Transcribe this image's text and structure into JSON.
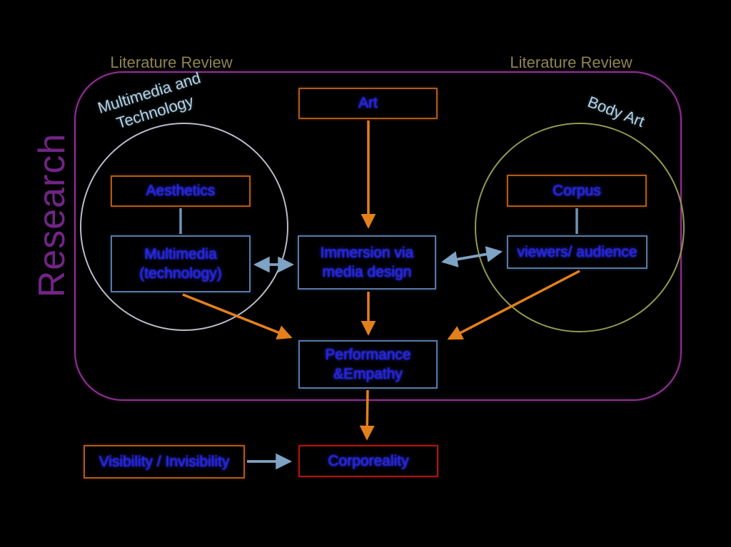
{
  "slide": {
    "research_title": "Research",
    "headers": {
      "literature_review_left": "Literature Review",
      "literature_review_right": "Literature Review"
    },
    "clusters": {
      "multimedia_technology": {
        "label": "Multimedia and\nTechnology"
      },
      "body_art": {
        "label": "Body Art"
      }
    },
    "nodes": {
      "art": {
        "label": "Art",
        "border": "orange"
      },
      "aesthetics": {
        "label": "Aesthetics",
        "border": "orange"
      },
      "corpus": {
        "label": "Corpus",
        "border": "orange"
      },
      "multimedia": {
        "label": "Multimedia\n(technology)",
        "border": "slate"
      },
      "immersion": {
        "label": "Immersion via\nmedia design",
        "border": "slate"
      },
      "viewers": {
        "label": "viewers/ audience",
        "border": "slate"
      },
      "performance": {
        "label": "Performance\n&Empathy",
        "border": "slate"
      },
      "visibility": {
        "label": "Visibility / Invisibility",
        "border": "orange"
      },
      "corporeality": {
        "label": "Corporeality",
        "border": "red"
      }
    },
    "edges": [
      {
        "from": "aesthetics",
        "to": "multimedia",
        "type": "line",
        "color": "slate"
      },
      {
        "from": "corpus",
        "to": "viewers",
        "type": "line",
        "color": "slate"
      },
      {
        "from": "art",
        "to": "immersion",
        "type": "arrow",
        "color": "orange"
      },
      {
        "from": "multimedia",
        "to": "immersion",
        "type": "double-arrow",
        "color": "slate"
      },
      {
        "from": "immersion",
        "to": "viewers",
        "type": "double-arrow",
        "color": "slate"
      },
      {
        "from": "immersion",
        "to": "performance",
        "type": "arrow",
        "color": "orange"
      },
      {
        "from": "multimedia",
        "to": "performance",
        "type": "arrow",
        "color": "orange"
      },
      {
        "from": "viewers",
        "to": "performance",
        "type": "arrow",
        "color": "orange"
      },
      {
        "from": "performance",
        "to": "corporeality",
        "type": "arrow",
        "color": "orange"
      },
      {
        "from": "visibility",
        "to": "corporeality",
        "type": "arrow",
        "color": "slate"
      }
    ],
    "colors": {
      "background": "#000000",
      "research_title_purple": "#722486",
      "frame_purple": "#8c3390",
      "header_olive": "#8e8551",
      "left_circle_gray": "#b9bcc9",
      "right_circle_olive": "#93994f",
      "cluster_label_blue": "#b5d3e6",
      "node_text_blue": "#2222f0",
      "orange_border": "#b55a12",
      "orange_arrow": "#e4801c",
      "slate_border": "#5a78a8",
      "slate_arrow": "#7fa3c4",
      "red_border": "#b01410"
    }
  }
}
